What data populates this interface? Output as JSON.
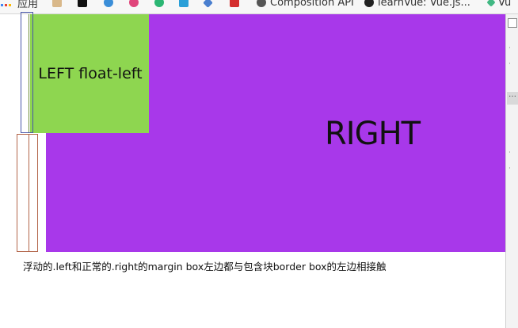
{
  "bookmarks": {
    "items": [
      {
        "label": "应用"
      },
      {
        "label": ""
      },
      {
        "label": ""
      },
      {
        "label": ""
      },
      {
        "label": ""
      },
      {
        "label": ""
      },
      {
        "label": ""
      },
      {
        "label": ""
      },
      {
        "label": ""
      },
      {
        "label": "Composition API"
      },
      {
        "label": "learnVue: Vue.js..."
      },
      {
        "label": "Vu"
      }
    ]
  },
  "demo": {
    "left_label": "LEFT float-left",
    "right_label": "RIGHT",
    "caption": "浮动的.left和正常的.right的margin box左边都与包含块border box的左边相接触"
  },
  "colors": {
    "left_bg": "#8ed650",
    "right_bg": "#a838ea",
    "outline_blue": "#4756a8",
    "outline_brown": "#b3654a"
  },
  "devtools": {
    "more_icon": "more-dots-icon"
  }
}
